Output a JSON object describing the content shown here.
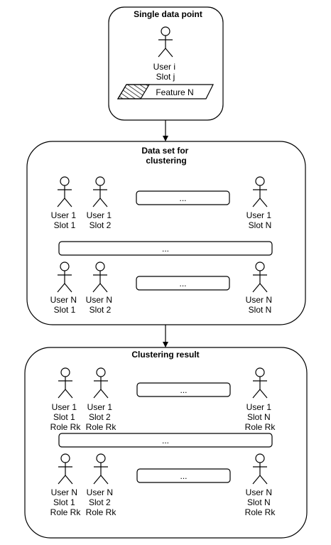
{
  "single_panel": {
    "title": "Single data point",
    "user_lines": [
      "User i",
      "Slot j"
    ],
    "feature_label": "Feature N"
  },
  "dataset_panel": {
    "title_lines": [
      "Data set for",
      "clustering"
    ],
    "row1": [
      {
        "lines": [
          "User 1",
          "Slot 1"
        ]
      },
      {
        "lines": [
          "User 1",
          "Slot 2"
        ]
      },
      {
        "lines": [
          "User 1",
          "Slot N"
        ]
      }
    ],
    "row2": [
      {
        "lines": [
          "User N",
          "Slot 1"
        ]
      },
      {
        "lines": [
          "User N",
          "Slot 2"
        ]
      },
      {
        "lines": [
          "User N",
          "Slot N"
        ]
      }
    ],
    "ellipsis": "..."
  },
  "result_panel": {
    "title": "Clustering result",
    "row1": [
      {
        "lines": [
          "User 1",
          "Slot 1",
          "Role Rk"
        ]
      },
      {
        "lines": [
          "User 1",
          "Slot 2",
          "Role Rk"
        ]
      },
      {
        "lines": [
          "User 1",
          "Slot N",
          "Role Rk"
        ]
      }
    ],
    "row2": [
      {
        "lines": [
          "User N",
          "Slot 1",
          "Role Rk"
        ]
      },
      {
        "lines": [
          "User N",
          "Slot 2",
          "Role Rk"
        ]
      },
      {
        "lines": [
          "User N",
          "Slot N",
          "Role Rk"
        ]
      }
    ],
    "ellipsis": "..."
  }
}
